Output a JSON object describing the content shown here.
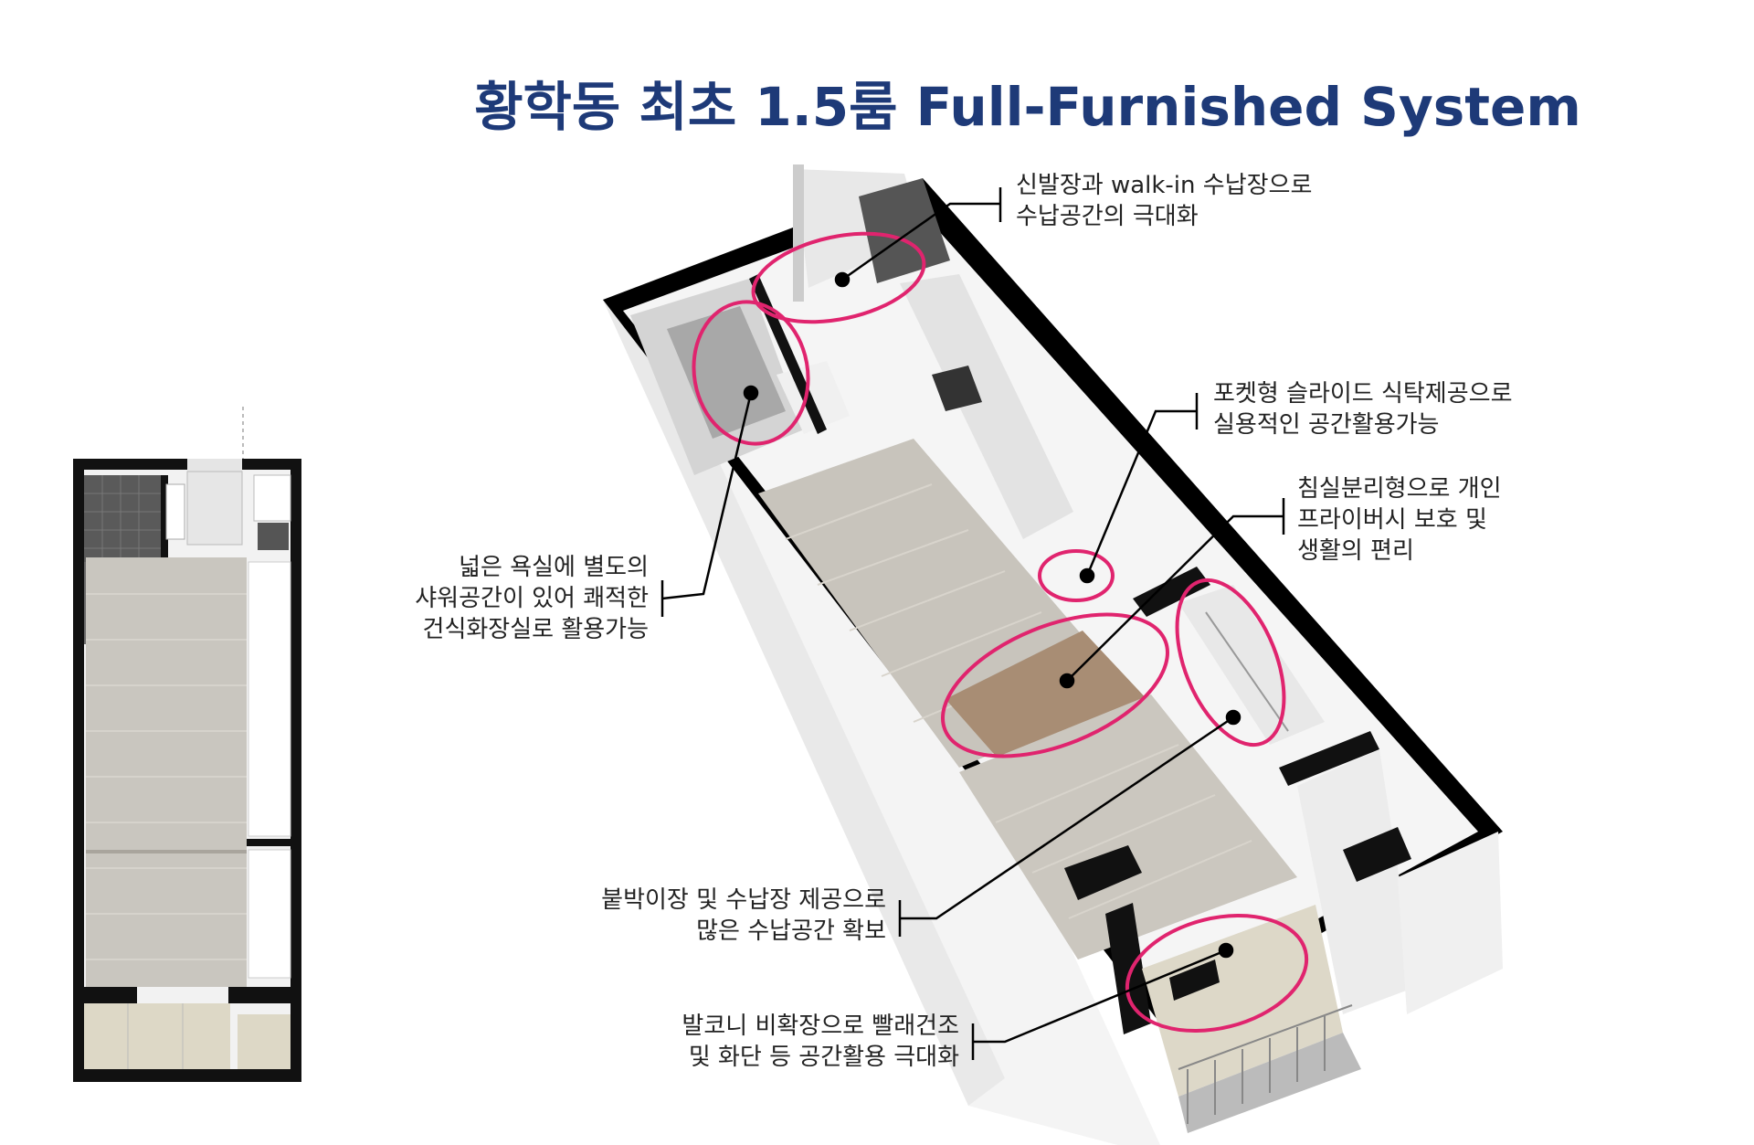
{
  "title": "황학동 최초 1.5룸 Full-Furnished System",
  "callouts": {
    "shoe_storage": "신발장과 walk-in 수납장으로\n수납공간의 극대화",
    "sliding_table": "포켓형 슬라이드 식탁제공으로\n실용적인 공간활용가능",
    "bedroom": "침실분리형으로 개인\n프라이버시 보호 및\n생활의 편리",
    "bathroom": "넓은 욕실에 별도의\n샤워공간이 있어 쾌적한\n건식화장실로 활용가능",
    "wardrobe": "붙박이장 및 수납장 제공으로\n많은 수납공간 확보",
    "balcony": "발코니 비확장으로 빨래건조\n및 화단 등 공간활용 극대화"
  },
  "colors": {
    "title": "#1e3a78",
    "highlight": "#e0246e",
    "wall": "#000000",
    "floor": "#bdb8b0",
    "wood": "#b59a80"
  }
}
